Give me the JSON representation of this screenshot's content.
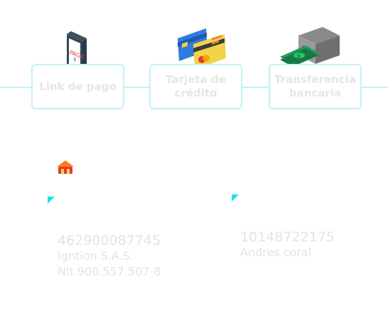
{
  "payment_methods": [
    {
      "label_lines": [
        "Link de pago"
      ],
      "icon": "phone-pay-icon",
      "phone_text": "PAGA"
    },
    {
      "label_lines": [
        "Tarjeta de",
        "crédito"
      ],
      "icon": "credit-card-icon"
    },
    {
      "label_lines": [
        "Transferencia",
        "bancaria"
      ],
      "icon": "atm-cash-icon"
    }
  ],
  "bank_logo_icon": "house-logo-icon",
  "accounts": [
    {
      "number": "462900087745",
      "name": "Igntion S.A.S.",
      "nit": "Nit 900.557.507-8"
    },
    {
      "number": "10148722175",
      "name": "Andres coral"
    }
  ],
  "colors": {
    "accent": "#14e4ef",
    "card_border": "#bff3f7",
    "muted_text": "#e3e3e3"
  }
}
